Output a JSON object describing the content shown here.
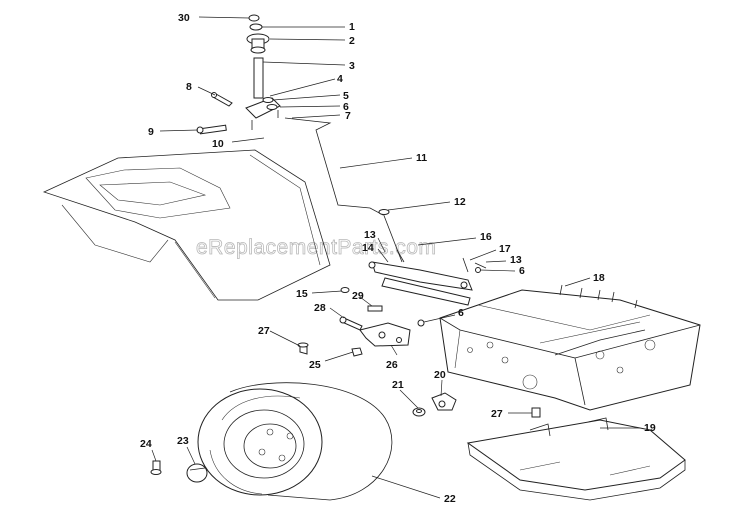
{
  "watermark": "eReplacementParts.com",
  "callouts": [
    {
      "id": "c30",
      "text": "30"
    },
    {
      "id": "c1",
      "text": "1"
    },
    {
      "id": "c2",
      "text": "2"
    },
    {
      "id": "c3",
      "text": "3"
    },
    {
      "id": "c4",
      "text": "4"
    },
    {
      "id": "c8",
      "text": "8"
    },
    {
      "id": "c5",
      "text": "5"
    },
    {
      "id": "c6a",
      "text": "6"
    },
    {
      "id": "c7",
      "text": "7"
    },
    {
      "id": "c9",
      "text": "9"
    },
    {
      "id": "c10",
      "text": "10"
    },
    {
      "id": "c11",
      "text": "11"
    },
    {
      "id": "c12",
      "text": "12"
    },
    {
      "id": "c13a",
      "text": "13"
    },
    {
      "id": "c14",
      "text": "14"
    },
    {
      "id": "c16",
      "text": "16"
    },
    {
      "id": "c17",
      "text": "17"
    },
    {
      "id": "c13b",
      "text": "13"
    },
    {
      "id": "c6b",
      "text": "6"
    },
    {
      "id": "c18",
      "text": "18"
    },
    {
      "id": "c15",
      "text": "15"
    },
    {
      "id": "c28",
      "text": "28"
    },
    {
      "id": "c29",
      "text": "29"
    },
    {
      "id": "c6c",
      "text": "6"
    },
    {
      "id": "c27a",
      "text": "27"
    },
    {
      "id": "c25",
      "text": "25"
    },
    {
      "id": "c26",
      "text": "26"
    },
    {
      "id": "c21",
      "text": "21"
    },
    {
      "id": "c20",
      "text": "20"
    },
    {
      "id": "c27b",
      "text": "27"
    },
    {
      "id": "c19",
      "text": "19"
    },
    {
      "id": "c24",
      "text": "24"
    },
    {
      "id": "c23",
      "text": "23"
    },
    {
      "id": "c22",
      "text": "22"
    }
  ]
}
